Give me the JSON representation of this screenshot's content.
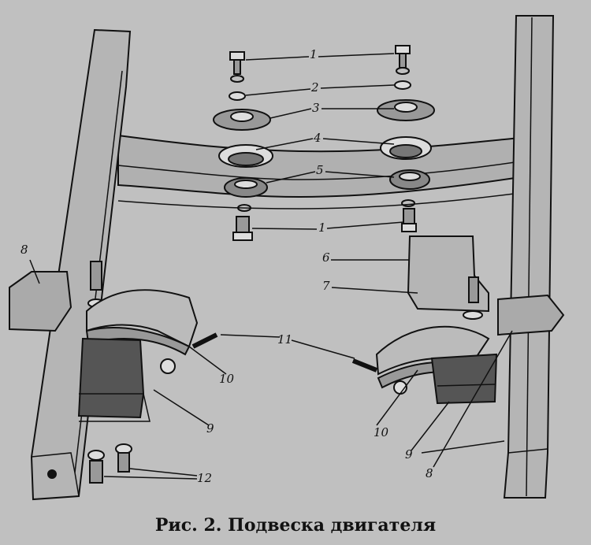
{
  "caption": "Рис. 2. Подвеска двигателя",
  "callouts": {
    "c1_top": "1",
    "c2": "2",
    "c3": "3",
    "c4": "4",
    "c5": "5",
    "c1_bottom": "1",
    "c6": "6",
    "c7": "7",
    "c8_left": "8",
    "c8_right": "8",
    "c9_left": "9",
    "c9_right": "9",
    "c10_left": "10",
    "c10_right": "10",
    "c11": "11",
    "c12": "12"
  }
}
